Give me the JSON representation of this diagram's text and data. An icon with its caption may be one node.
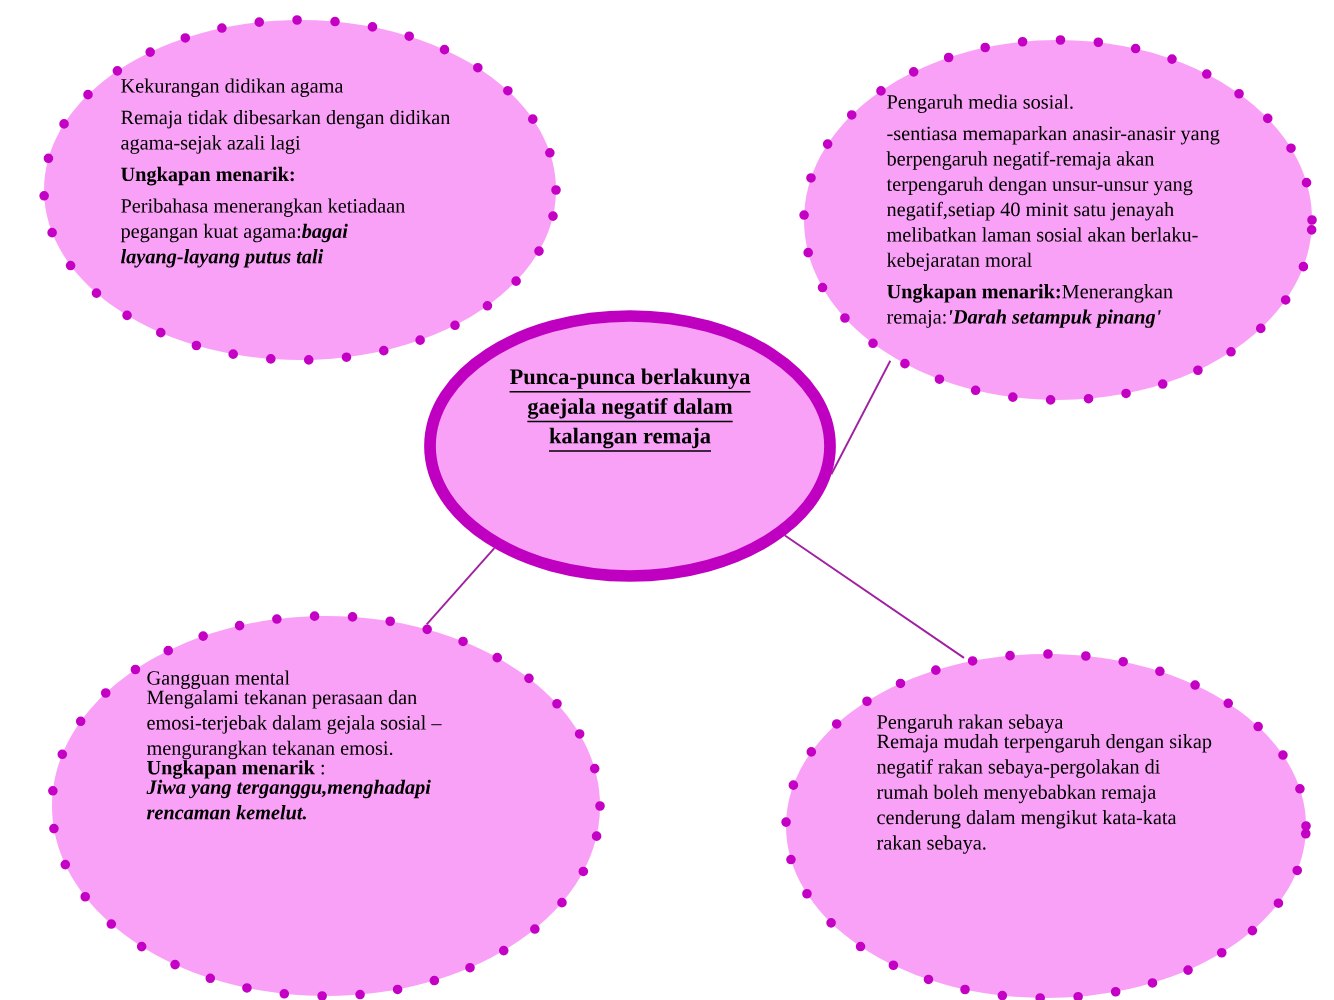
{
  "diagram": {
    "nodes": [
      {
        "text": [
          "Kekurangan didikan agama",
          "Remaja tidak dibesarkan dengan didikan agama-sejak azali lagi",
          "Ungkapan menarik:",
          "Peribahasa menerangkan ketiadaan pegangan kuat agama:*bagai layang-layang putus tali*"
        ]
      },
      {
        "text": [
          "Pengaruh media sosial.",
          "-sentiasa memaparkan anasir-anasir yang berpengaruh negatif-remaja akan terpengaruh dengan unsur-unsur yang negatif,setiap 40 minit satu jenayah melibatkan laman sosial akan berlaku- kebejaratan moral",
          "**Ungkapan menarik:**Menerangkan remaja:*'Darah setampuk pinang'*"
        ]
      },
      {
        "text": [
          "Punca-punca berlakunya gaejala negatif dalam kalangan remaja"
        ]
      },
      {
        "text": [
          "Gangguan mental",
          "Mengalami tekanan perasaan dan emosi-terjebak dalam gejala sosial – mengurangkan tekanan emosi.",
          "**Ungkapan menarik** :",
          "Jiwa yang terganggu,menghadapi rencaman kemelut."
        ]
      },
      {
        "text": [
          "Pengaruh rakan sebaya",
          "Remaja mudah terpengaruh dengan sikap negatif rakan sebaya-pergolakan di rumah boleh menyebabkan remaja cenderung dalam mengikut kata-kata rakan sebaya."
        ]
      }
    ],
    "edges": [
      {
        "from": 2,
        "to": 1,
        "arrow": "none"
      },
      {
        "from": 2,
        "to": 3,
        "arrow": "none"
      },
      {
        "from": 2,
        "to": 4,
        "arrow": "none"
      }
    ]
  }
}
